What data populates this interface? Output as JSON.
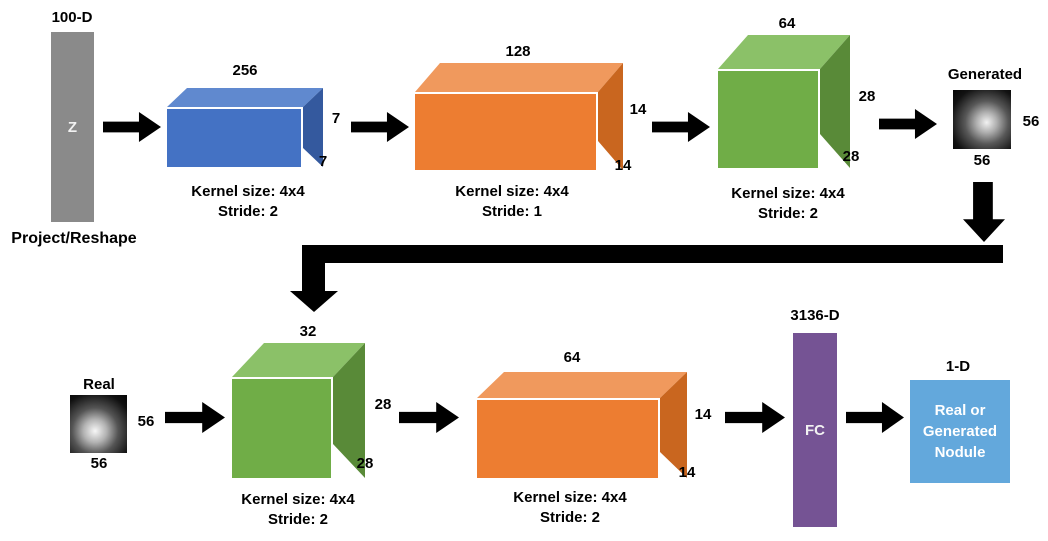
{
  "colors": {
    "input_bar_gray": "#8a8a8a",
    "conv_blue": "#4472c4",
    "conv_orange": "#ed7d31",
    "conv_green": "#70ad47",
    "fc_purple": "#755394",
    "output_blue": "#63a8dc",
    "arrow_black": "#000000"
  },
  "generator": {
    "input_dim": "100-D",
    "input_label": "Z",
    "input_caption": "Project/Reshape",
    "layers": [
      {
        "filters": "256",
        "h": "7",
        "w": "7",
        "kernel": "Kernel size: 4x4",
        "stride": "Stride: 2"
      },
      {
        "filters": "128",
        "h": "14",
        "w": "14",
        "kernel": "Kernel size: 4x4",
        "stride": "Stride: 1"
      },
      {
        "filters": "64",
        "h": "28",
        "w": "28",
        "kernel": "Kernel size: 4x4",
        "stride": "Stride: 2"
      }
    ],
    "output": {
      "label": "Generated",
      "h": "56",
      "w": "56"
    }
  },
  "discriminator": {
    "input": {
      "label": "Real",
      "h": "56",
      "w": "56"
    },
    "layers": [
      {
        "filters": "32",
        "h": "28",
        "w": "28",
        "kernel": "Kernel size: 4x4",
        "stride": "Stride: 2"
      },
      {
        "filters": "64",
        "h": "14",
        "w": "14",
        "kernel": "Kernel size: 4x4",
        "stride": "Stride: 2"
      }
    ],
    "fc": {
      "dim": "3136-D",
      "label": "FC"
    },
    "output": {
      "dim": "1-D",
      "lines": [
        "Real or",
        "Generated",
        "Nodule"
      ]
    }
  }
}
